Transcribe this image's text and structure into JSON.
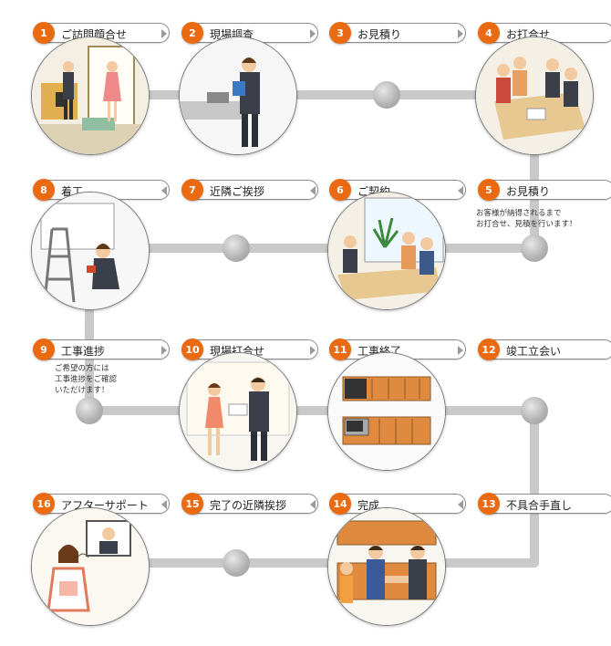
{
  "steps": [
    {
      "num": "1",
      "label": "ご訪問顔合せ"
    },
    {
      "num": "2",
      "label": "現場調査"
    },
    {
      "num": "3",
      "label": "お見積り"
    },
    {
      "num": "4",
      "label": "お打合せ"
    },
    {
      "num": "5",
      "label": "お見積り"
    },
    {
      "num": "6",
      "label": "ご契約"
    },
    {
      "num": "7",
      "label": "近隣ご挨拶"
    },
    {
      "num": "8",
      "label": "着工"
    },
    {
      "num": "9",
      "label": "工事進捗"
    },
    {
      "num": "10",
      "label": "現場打合せ"
    },
    {
      "num": "11",
      "label": "工事終了"
    },
    {
      "num": "12",
      "label": "竣工立会い"
    },
    {
      "num": "13",
      "label": "不具合手直し"
    },
    {
      "num": "14",
      "label": "完成"
    },
    {
      "num": "15",
      "label": "完了の近隣挨拶"
    },
    {
      "num": "16",
      "label": "アフターサポート"
    }
  ],
  "notes": {
    "estimate": "お客様が納得されるまで\nお打合せ、見積を行います！",
    "progress": "ご希望の方には\n工事進捗をご確認\nいただけます！"
  },
  "colors": {
    "badge": "#ea6a12",
    "pipe": "#c8c8c8",
    "border": "#8c8c8c"
  }
}
